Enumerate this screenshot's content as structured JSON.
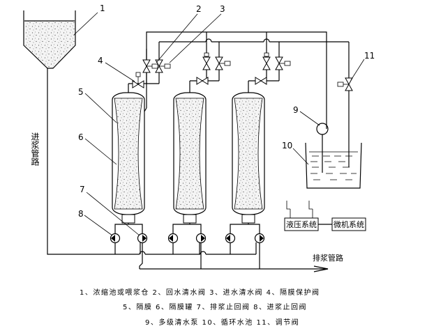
{
  "callouts": [
    "1",
    "2",
    "3",
    "4",
    "5",
    "6",
    "7",
    "8",
    "9",
    "10",
    "11"
  ],
  "labels": {
    "feed_pipe": "进浆管路",
    "discharge_pipe": "排浆管路",
    "hydraulic_system": "液压系统",
    "computer_system": "微机系统"
  },
  "legend": [
    "1、浓缩池或喂浆仓    2、回水清水阀  3、进水清水阀    4、隔膜保护阀",
    "5、隔膜  6、隔膜罐 7、排浆止回阀 8、进浆止回阀",
    "9、多级清水泵 10、循环水池 11、调节阀"
  ]
}
